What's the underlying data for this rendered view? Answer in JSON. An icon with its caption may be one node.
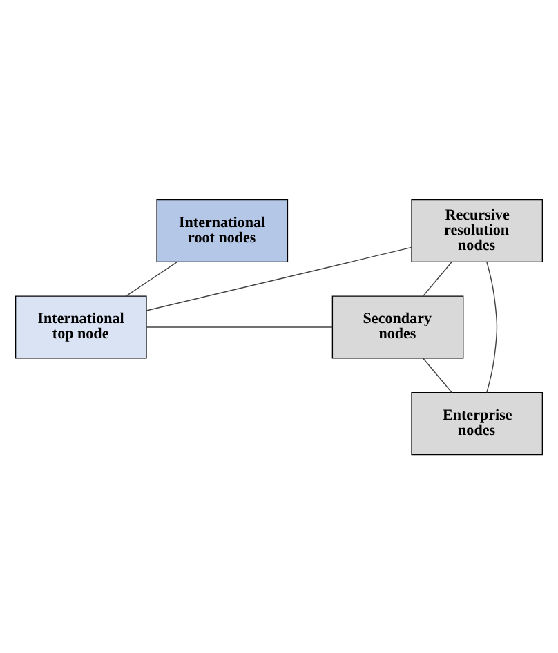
{
  "diagram": {
    "nodes": [
      {
        "text": [
          "International root nodes"
        ]
      },
      {
        "text": [
          "International top node"
        ]
      },
      {
        "text": [
          "Recursive resolution nodes"
        ]
      },
      {
        "text": [
          "Secondary nodes"
        ]
      },
      {
        "text": [
          "Enterprise nodes"
        ]
      }
    ],
    "edges": [
      {
        "from": 0,
        "to": 1,
        "arrow": "none"
      },
      {
        "from": 1,
        "to": 3,
        "arrow": "none"
      },
      {
        "from": 3,
        "to": 4,
        "arrow": "none"
      },
      {
        "from": 2,
        "to": 1,
        "arrow": "none"
      },
      {
        "from": 2,
        "to": 3,
        "arrow": "none"
      },
      {
        "from": 2,
        "to": 4,
        "arrow": "none"
      }
    ]
  }
}
